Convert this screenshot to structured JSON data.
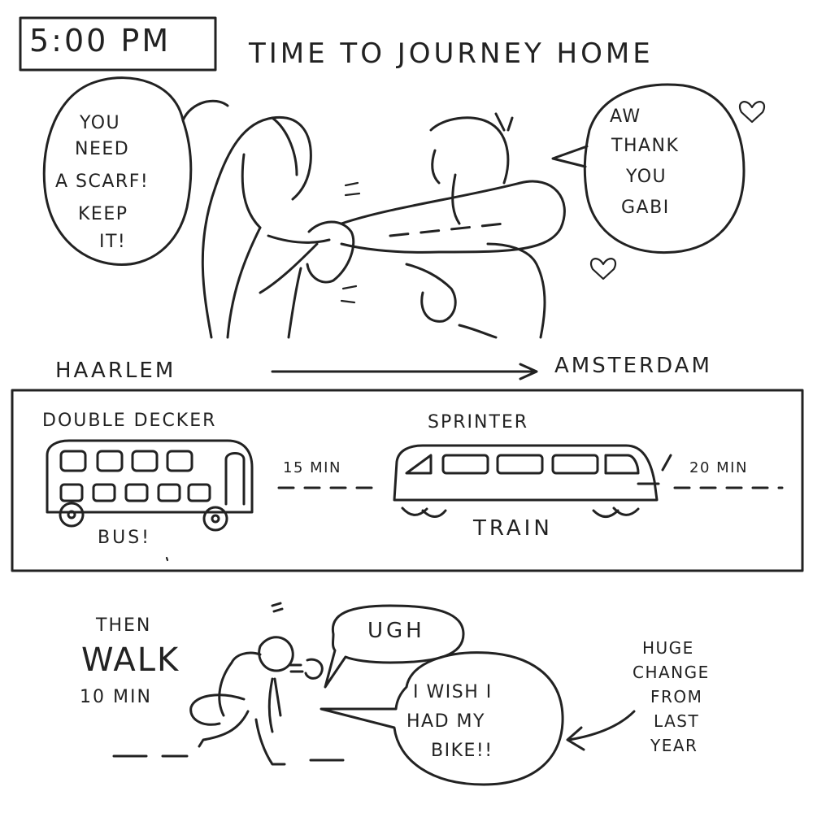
{
  "header": {
    "time": "5:00 PM",
    "title": "TIME TO JOURNEY HOME"
  },
  "scene1": {
    "gabi_bubble": [
      "YOU",
      "NEED",
      "A SCARF!",
      "KEEP",
      "IT!"
    ],
    "friend_bubble": [
      "AW",
      "THANK",
      "YOU",
      "GABI"
    ]
  },
  "route": {
    "from": "HAARLEM",
    "to": "AMSTERDAM"
  },
  "transport": {
    "bus_title": "DOUBLE DECKER",
    "bus_label": "BUS!",
    "bus_time": "15 MIN",
    "train_title": "SPRINTER",
    "train_label": "TRAIN",
    "train_time": "20 MIN"
  },
  "walk": {
    "then": "THEN",
    "walk": "WALK",
    "duration": "10 MIN",
    "bubble_ugh": "UGH",
    "bubble_wish": [
      "I WISH I",
      "HAD MY",
      "BIKE!!"
    ],
    "note": [
      "HUGE",
      "CHANGE",
      "FROM",
      "LAST",
      "YEAR"
    ]
  }
}
